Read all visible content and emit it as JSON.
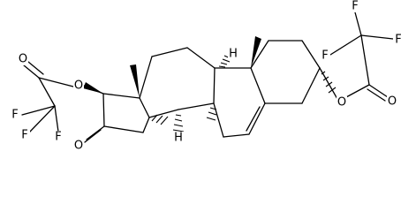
{
  "structure": {
    "labels": {
      "O_acyl_left_carbonyl": "O",
      "O_acyl_left_ester": "O",
      "F_left_1": "F",
      "F_left_2": "F",
      "F_left_3": "F",
      "O_ring_ketone": "O",
      "H_c9": "H",
      "H_c14": "H",
      "F_right_1": "F",
      "F_right_2": "F",
      "F_right_3": "F",
      "O_acyl_right_carbonyl": "O",
      "O_acyl_right_ester": "O"
    },
    "colors": {
      "ink": "#000000",
      "background": "#ffffff"
    }
  }
}
